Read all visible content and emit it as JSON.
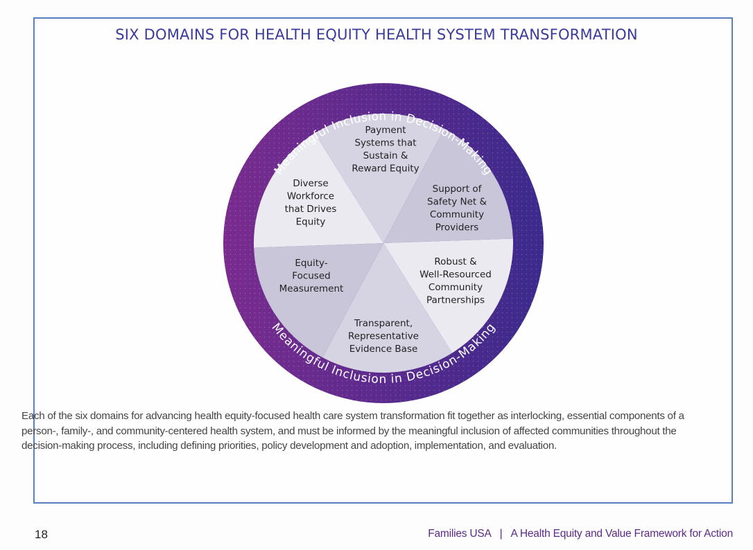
{
  "title": "SIX DOMAINS FOR HEALTH EQUITY HEALTH SYSTEM TRANSFORMATION",
  "ring": {
    "top_label": "Meaningful Inclusion in Decision-Making",
    "bottom_label": "Meaningful Inclusion in Decision-Making",
    "colors": {
      "left": "#7a2b8e",
      "right": "#3b2a8c"
    }
  },
  "domains": [
    {
      "lines": [
        "Payment",
        "Systems that",
        "Sustain &",
        "Reward Equity"
      ],
      "shade": "#d6d4e3"
    },
    {
      "lines": [
        "Support of",
        "Safety Net &",
        "Community",
        "Providers"
      ],
      "shade": "#c9c6da"
    },
    {
      "lines": [
        "Robust &",
        "Well-Resourced",
        "Community",
        "Partnerships"
      ],
      "shade": "#ebeaf1"
    },
    {
      "lines": [
        "Transparent,",
        "Representative",
        "Evidence Base"
      ],
      "shade": "#d6d4e3"
    },
    {
      "lines": [
        "Equity-",
        "Focused",
        "Measurement"
      ],
      "shade": "#c9c6da"
    },
    {
      "lines": [
        "Diverse",
        "Workforce",
        "that Drives",
        "Equity"
      ],
      "shade": "#ebeaf1"
    }
  ],
  "caption": "Each of the six domains for advancing health equity-focused health care system transformation fit together as interlocking, essential components of a person-, family-, and community-centered health system, and must be informed by the meaningful inclusion of affected communities throughout the decision-making process, including defining priorities, policy development and adoption, implementation, and evaluation.",
  "footer": {
    "page_number": "18",
    "organization": "Families USA",
    "separator": "|",
    "publication": "A Health Equity and Value Framework for Action"
  }
}
